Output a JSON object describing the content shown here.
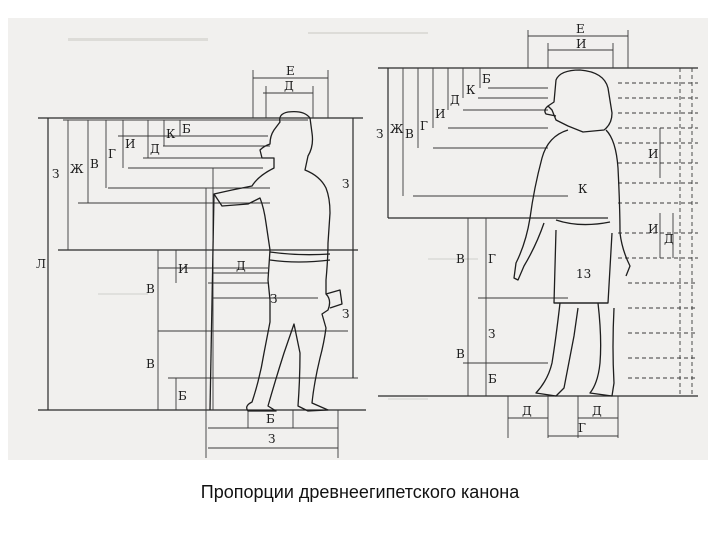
{
  "caption": "Пропорции древнеегипетского канона",
  "labels": {
    "E": "Е",
    "D": "Д",
    "Z": "З",
    "V": "В",
    "G": "Г",
    "I": "И",
    "K": "К",
    "B": "Б",
    "L": "Л",
    "Zh": "Ж",
    "num13": "13"
  }
}
